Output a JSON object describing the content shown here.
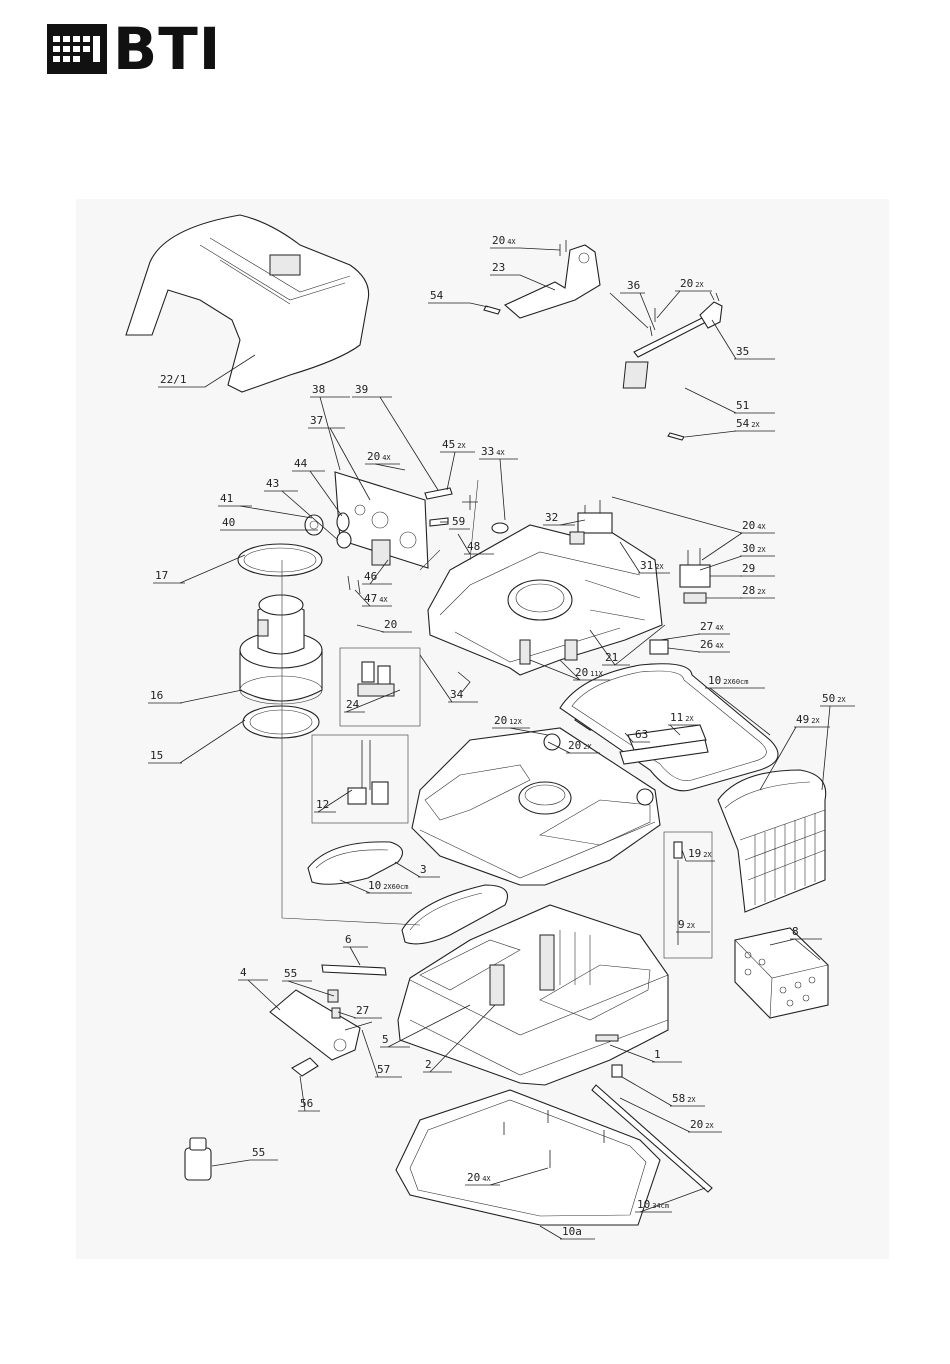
{
  "brand": {
    "logo_text": "BTI"
  },
  "labels": [
    {
      "id": "22/1",
      "sfx": ""
    },
    {
      "id": "20",
      "sfx": "4X"
    },
    {
      "id": "23",
      "sfx": ""
    },
    {
      "id": "54",
      "sfx": ""
    },
    {
      "id": "36",
      "sfx": ""
    },
    {
      "id": "20",
      "sfx": "2X"
    },
    {
      "id": "35",
      "sfx": ""
    },
    {
      "id": "51",
      "sfx": ""
    },
    {
      "id": "54",
      "sfx": "2X"
    },
    {
      "id": "38",
      "sfx": ""
    },
    {
      "id": "39",
      "sfx": ""
    },
    {
      "id": "37",
      "sfx": ""
    },
    {
      "id": "20",
      "sfx": "4X"
    },
    {
      "id": "45",
      "sfx": "2X"
    },
    {
      "id": "33",
      "sfx": "4X"
    },
    {
      "id": "44",
      "sfx": ""
    },
    {
      "id": "43",
      "sfx": ""
    },
    {
      "id": "41",
      "sfx": ""
    },
    {
      "id": "40",
      "sfx": ""
    },
    {
      "id": "59",
      "sfx": ""
    },
    {
      "id": "48",
      "sfx": ""
    },
    {
      "id": "32",
      "sfx": ""
    },
    {
      "id": "20",
      "sfx": "4X"
    },
    {
      "id": "30",
      "sfx": "2X"
    },
    {
      "id": "31",
      "sfx": "2X"
    },
    {
      "id": "29",
      "sfx": ""
    },
    {
      "id": "28",
      "sfx": "2X"
    },
    {
      "id": "17",
      "sfx": ""
    },
    {
      "id": "46",
      "sfx": ""
    },
    {
      "id": "47",
      "sfx": "4X"
    },
    {
      "id": "20",
      "sfx": ""
    },
    {
      "id": "27",
      "sfx": "4X"
    },
    {
      "id": "26",
      "sfx": "4X"
    },
    {
      "id": "21",
      "sfx": ""
    },
    {
      "id": "20",
      "sfx": "11X"
    },
    {
      "id": "16",
      "sfx": ""
    },
    {
      "id": "34",
      "sfx": ""
    },
    {
      "id": "24",
      "sfx": ""
    },
    {
      "id": "10",
      "sfx": "2X60cm"
    },
    {
      "id": "50",
      "sfx": "2X"
    },
    {
      "id": "20",
      "sfx": "12X"
    },
    {
      "id": "11",
      "sfx": "2X"
    },
    {
      "id": "49",
      "sfx": "2X"
    },
    {
      "id": "15",
      "sfx": ""
    },
    {
      "id": "20",
      "sfx": "2X"
    },
    {
      "id": "63",
      "sfx": ""
    },
    {
      "id": "12",
      "sfx": ""
    },
    {
      "id": "19",
      "sfx": "2X"
    },
    {
      "id": "3",
      "sfx": ""
    },
    {
      "id": "10",
      "sfx": "2X60cm"
    },
    {
      "id": "9",
      "sfx": "2X"
    },
    {
      "id": "6",
      "sfx": ""
    },
    {
      "id": "8",
      "sfx": ""
    },
    {
      "id": "4",
      "sfx": ""
    },
    {
      "id": "55",
      "sfx": ""
    },
    {
      "id": "27",
      "sfx": ""
    },
    {
      "id": "5",
      "sfx": ""
    },
    {
      "id": "2",
      "sfx": ""
    },
    {
      "id": "1",
      "sfx": ""
    },
    {
      "id": "57",
      "sfx": ""
    },
    {
      "id": "56",
      "sfx": ""
    },
    {
      "id": "58",
      "sfx": "2X"
    },
    {
      "id": "20",
      "sfx": "2X"
    },
    {
      "id": "55",
      "sfx": ""
    },
    {
      "id": "20",
      "sfx": "4X"
    },
    {
      "id": "10",
      "sfx": "34cm"
    },
    {
      "id": "10a",
      "sfx": ""
    }
  ]
}
